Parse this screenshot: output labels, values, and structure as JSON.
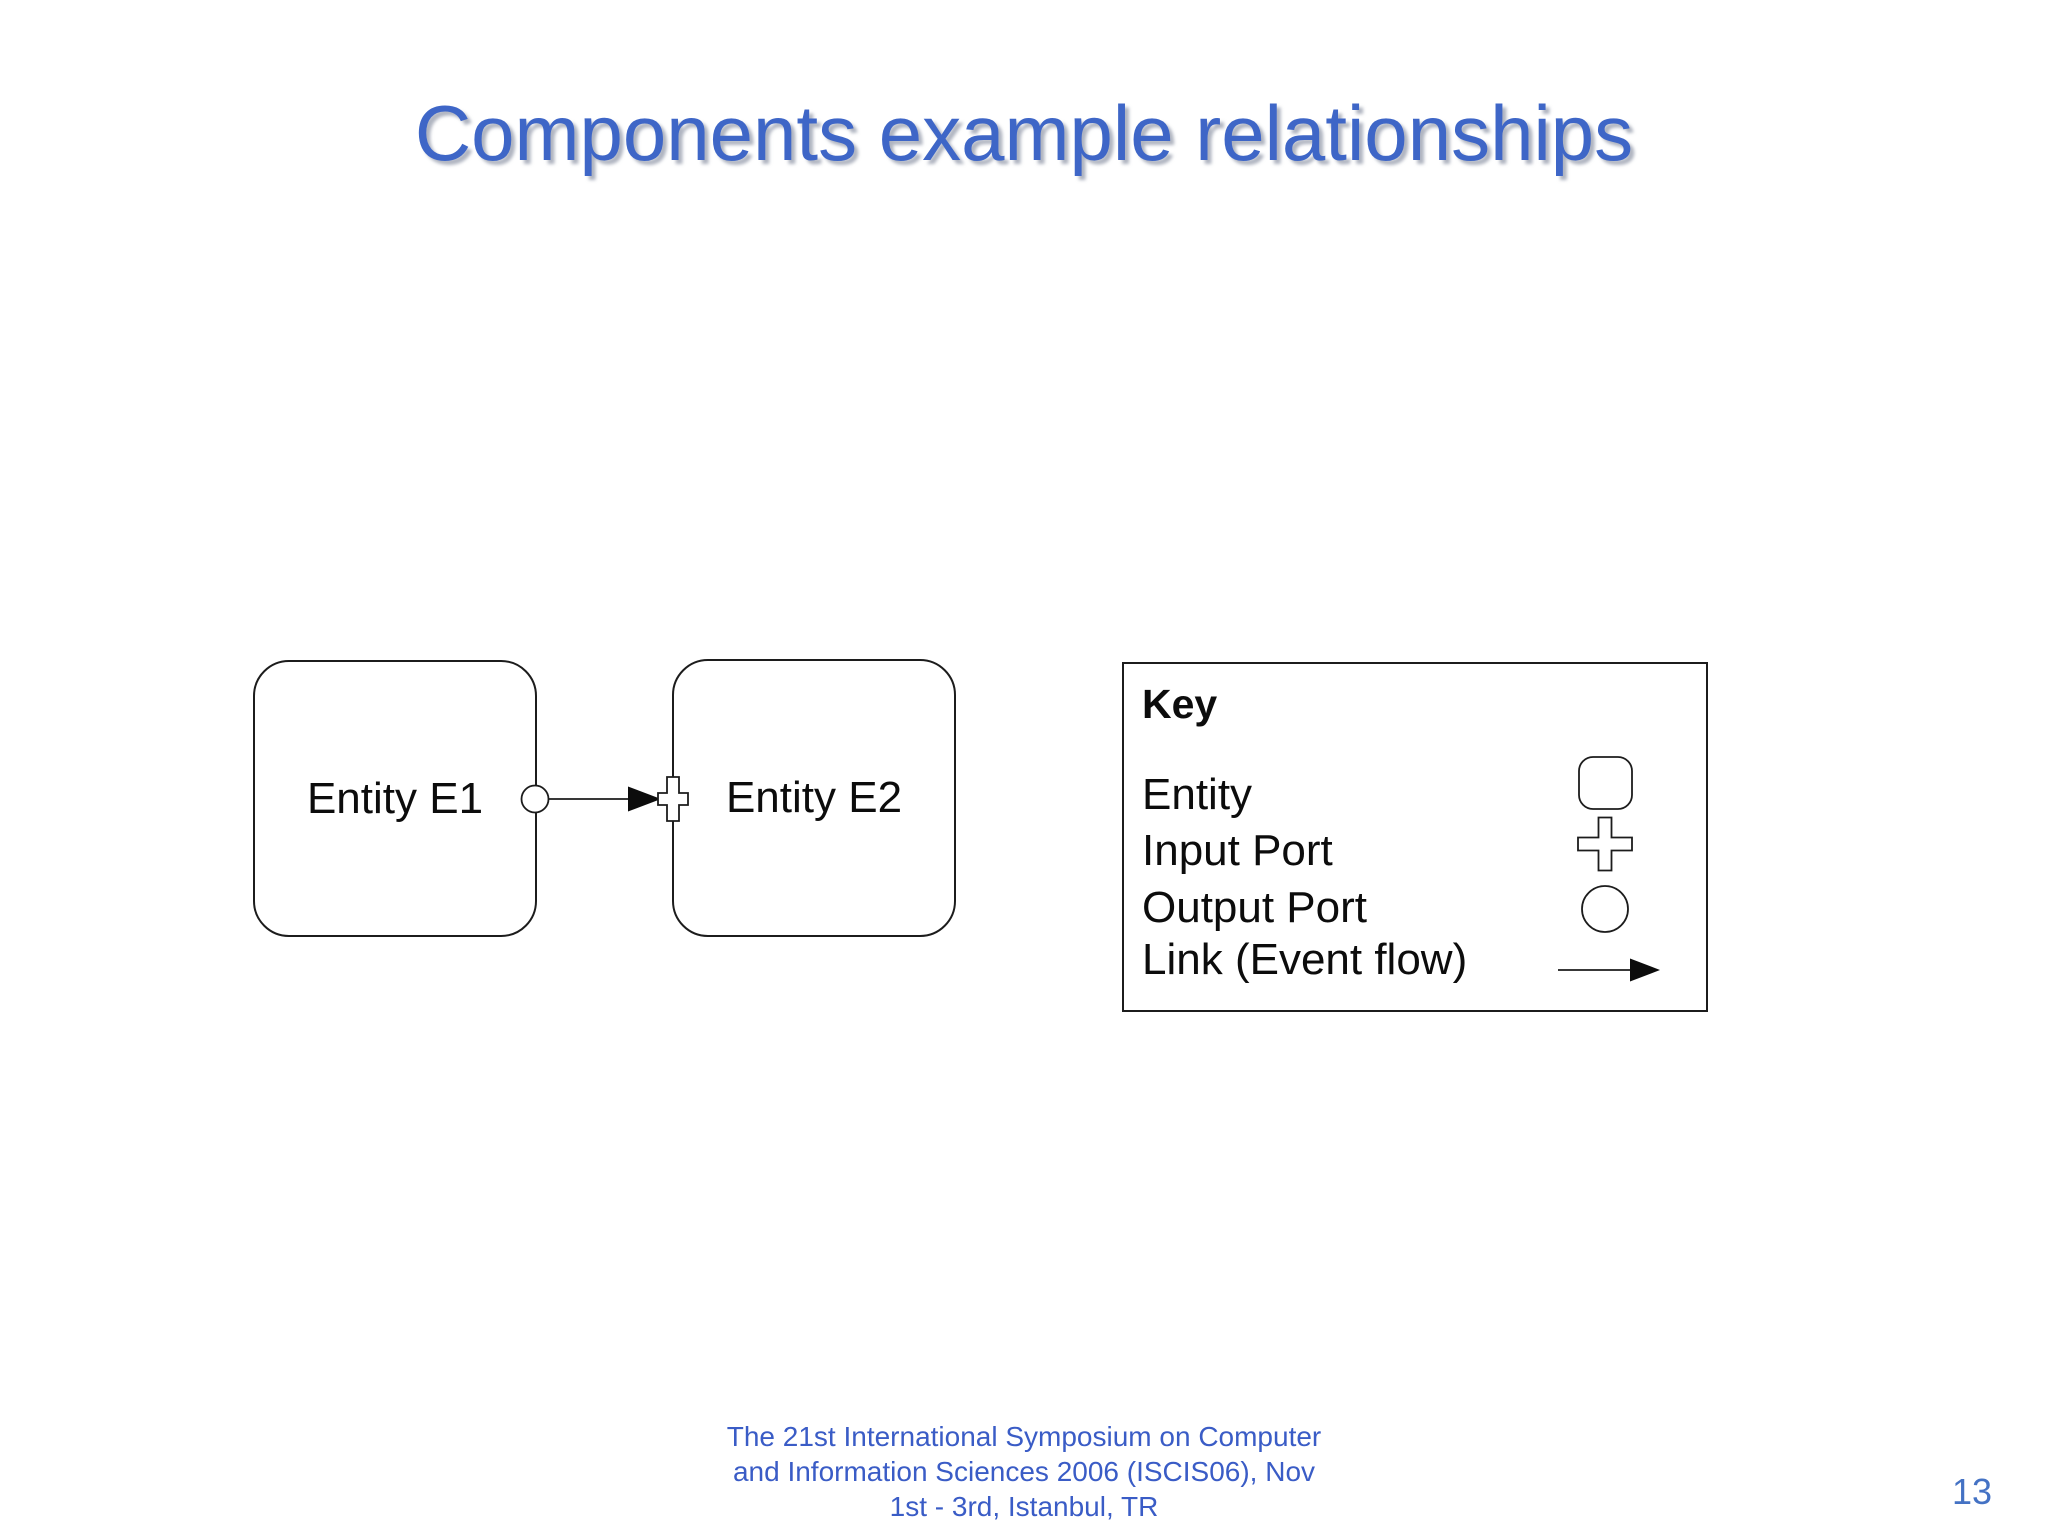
{
  "slide": {
    "title": "Components example relationships",
    "page_number": "13",
    "footer": "The 21st International Symposium on Computer\nand Information Sciences 2006 (ISCIS06), Nov\n1st - 3rd, Istanbul, TR"
  },
  "diagram": {
    "entities": [
      {
        "label": "Entity E1"
      },
      {
        "label": "Entity E2"
      }
    ],
    "link": {
      "from": "Entity E1",
      "from_port": "output-port",
      "to": "Entity E2",
      "to_port": "input-port",
      "type": "event-flow-arrow"
    }
  },
  "key": {
    "title": "Key",
    "items": [
      {
        "label": "Entity",
        "symbol": "rounded-square-icon"
      },
      {
        "label": "Input Port",
        "symbol": "plus-icon"
      },
      {
        "label": "Output Port",
        "symbol": "circle-icon"
      },
      {
        "label": "Link (Event flow)",
        "symbol": "arrow-icon"
      }
    ]
  },
  "colors": {
    "title_blue": "#3E66C7",
    "footer_blue": "#3A5CC6",
    "page_number_blue": "#4472C4",
    "diagram_ink": "#1c1c1c",
    "background": "#ffffff"
  }
}
